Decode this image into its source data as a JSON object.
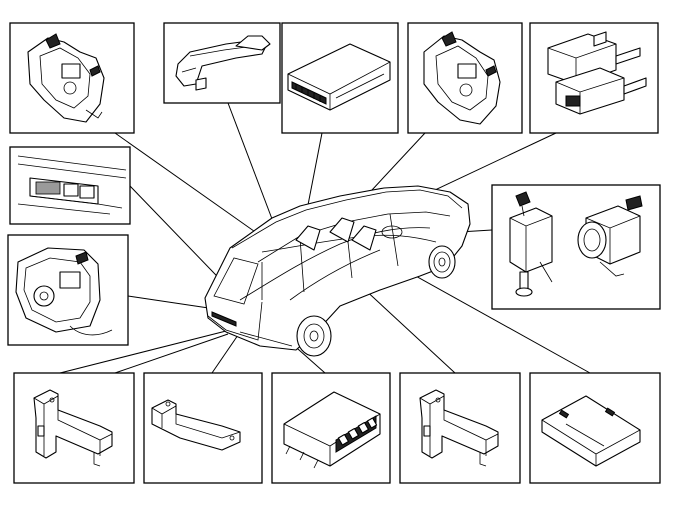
{
  "figure": {
    "subject": "car-component-locations",
    "panels": [
      {
        "id": "panel-tailgate-lock-top-left",
        "icon": "lock-motor-icon"
      },
      {
        "id": "panel-door-handle",
        "icon": "door-handle-icon"
      },
      {
        "id": "panel-control-module-top",
        "icon": "control-module-icon"
      },
      {
        "id": "panel-door-lock-top",
        "icon": "lock-motor-icon"
      },
      {
        "id": "panel-solenoid-valve",
        "icon": "solenoid-icon"
      },
      {
        "id": "panel-switch-panel",
        "icon": "switch-panel-icon"
      },
      {
        "id": "panel-rear-lock-motor",
        "icon": "lock-motor-icon"
      },
      {
        "id": "panel-brake-light-switches",
        "icon": "brake-switch-icon"
      },
      {
        "id": "panel-antenna-bottom-1",
        "icon": "antenna-bracket-icon"
      },
      {
        "id": "panel-antenna-bottom-2",
        "icon": "antenna-bracket-icon"
      },
      {
        "id": "panel-control-module-bottom",
        "icon": "control-module-icon"
      },
      {
        "id": "panel-antenna-bottom-4",
        "icon": "antenna-bracket-icon"
      },
      {
        "id": "panel-sensor-bottom-right",
        "icon": "sensor-icon"
      }
    ]
  }
}
